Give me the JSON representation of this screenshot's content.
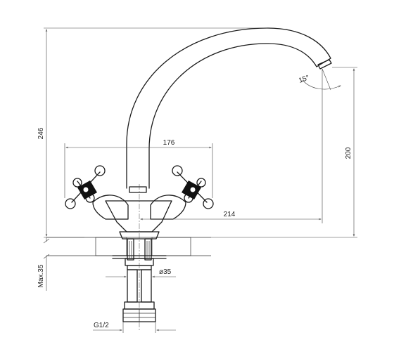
{
  "dimensions": {
    "total_height": "246",
    "spout_height": "200",
    "handle_span": "176",
    "spout_reach": "214",
    "spout_angle": "15°",
    "max_counter_thickness": "Max.35",
    "mount_diameter": "ø35",
    "connection_thread": "G1/2"
  }
}
